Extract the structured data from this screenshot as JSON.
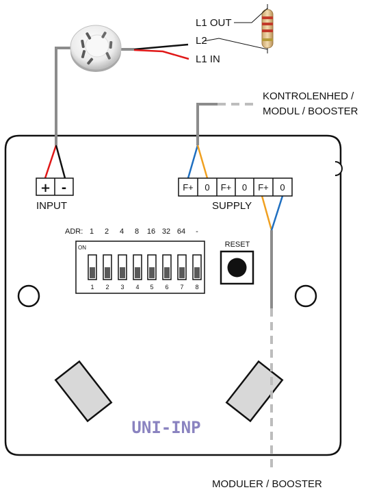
{
  "labels": {
    "l1_out": "L1 OUT",
    "l2": "L2",
    "l1_in": "L1 IN",
    "kontrol_line1": "KONTROLENHED /",
    "kontrol_line2": "MODUL / BOOSTER",
    "input": "INPUT",
    "supply": "SUPPLY",
    "adr": "ADR:",
    "reset": "RESET",
    "on": "ON",
    "brand": "UNI-INP",
    "moduler": "MODULER / BOOSTER"
  },
  "input_terminals": [
    "+",
    "-"
  ],
  "supply_terminals": [
    "F+",
    "0",
    "F+",
    "0",
    "F+",
    "0"
  ],
  "adr_values": [
    "1",
    "2",
    "4",
    "8",
    "16",
    "32",
    "64",
    "-"
  ],
  "dip_numbers": [
    "1",
    "2",
    "3",
    "4",
    "5",
    "6",
    "7",
    "8"
  ],
  "colors": {
    "wire_gray": "#8c8c8c",
    "wire_red": "#e01818",
    "wire_black": "#111111",
    "wire_blue": "#1f6fc0",
    "wire_orange": "#f0a020",
    "brand": "#8a83c0",
    "mount": "#d8d8d8"
  }
}
